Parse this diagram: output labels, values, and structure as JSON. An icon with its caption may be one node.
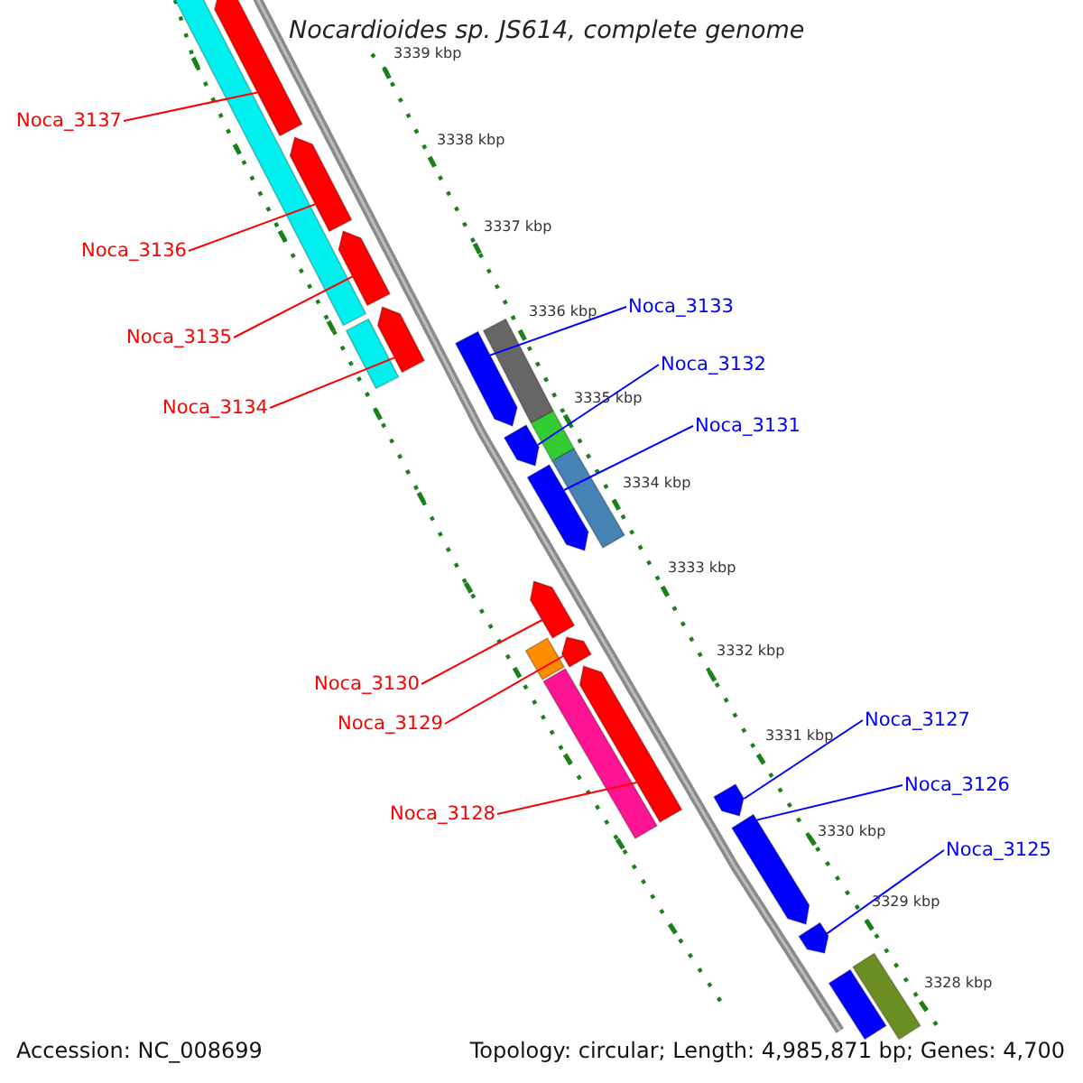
{
  "diagram": {
    "title": "Nocardioides sp. JS614, complete genome",
    "nodes": [
      {
        "text": [
          "Noca_3137"
        ]
      },
      {
        "text": [
          "Noca_3136"
        ]
      },
      {
        "text": [
          "Noca_3133"
        ]
      },
      {
        "text": [
          "Noca_3135"
        ]
      },
      {
        "text": [
          "Noca_3132"
        ]
      },
      {
        "text": [
          "Noca_3134"
        ]
      },
      {
        "text": [
          "Noca_3131"
        ]
      },
      {
        "text": [
          "Noca_3130"
        ]
      },
      {
        "text": [
          "Noca_3129"
        ]
      },
      {
        "text": [
          "Noca_3127"
        ]
      },
      {
        "text": [
          "Noca_3126"
        ]
      },
      {
        "text": [
          "Noca_3128"
        ]
      },
      {
        "text": [
          "Noca_3125"
        ]
      },
      {
        "text": [],
        "shape": "bar"
      },
      {
        "text": [],
        "shape": "bar"
      },
      {
        "text": [],
        "shape": "bar"
      },
      {
        "text": [],
        "shape": "bar"
      },
      {
        "text": [],
        "shape": "bar"
      },
      {
        "text": [],
        "shape": "bar"
      },
      {
        "text": [],
        "shape": "bar"
      },
      {
        "text": [],
        "shape": "bar"
      },
      {
        "text": [],
        "shape": "bar"
      },
      {
        "text": [],
        "shape": "bar"
      },
      {
        "text": [],
        "shape": "bar"
      },
      {
        "text": [],
        "shape": "bar"
      },
      {
        "text": [],
        "shape": "bar"
      },
      {
        "text": [],
        "shape": "bar"
      },
      {
        "text": [],
        "shape": "bar"
      },
      {
        "text": [],
        "shape": "bar"
      },
      {
        "text": [],
        "shape": "bar"
      },
      {
        "text": [],
        "shape": "bar"
      },
      {
        "text": [],
        "shape": "bar"
      },
      {
        "text": [],
        "shape": "bar"
      },
      {
        "text": [],
        "shape": "bar"
      },
      {
        "text": [],
        "shape": "bar"
      }
    ],
    "edges": [
      {
        "from": 0,
        "to": 13,
        "arrow": "none"
      },
      {
        "from": 1,
        "to": 15,
        "arrow": "none"
      },
      {
        "from": 2,
        "to": 20,
        "arrow": "none",
        "color": "#0000ff"
      },
      {
        "from": 3,
        "to": 16,
        "arrow": "none"
      },
      {
        "from": 4,
        "to": 22,
        "arrow": "none",
        "color": "#0000ff"
      },
      {
        "from": 5,
        "to": 17,
        "arrow": "none"
      },
      {
        "from": 6,
        "to": 24,
        "arrow": "none",
        "color": "#0000ff"
      },
      {
        "from": 7,
        "to": 25,
        "arrow": "none"
      },
      {
        "from": 8,
        "to": 26,
        "arrow": "none"
      },
      {
        "from": 9,
        "to": 30,
        "arrow": "none",
        "color": "#0000ff"
      },
      {
        "from": 10,
        "to": 31,
        "arrow": "none",
        "color": "#0000ff"
      },
      {
        "from": 11,
        "to": 28,
        "arrow": "none"
      },
      {
        "from": 12,
        "to": 32,
        "arrow": "none",
        "color": "#0000ff"
      }
    ],
    "labels": [
      "3339 kbp",
      "3338 kbp",
      "3337 kbp",
      "3336 kbp",
      "3335 kbp",
      "3334 kbp",
      "3333 kbp",
      "3332 kbp",
      "3331 kbp",
      "3330 kbp",
      "3329 kbp",
      "3328 kbp",
      "Accession: NC_008699",
      "Topology: circular; Length: 4,985,871 bp; Genes: 4,700"
    ]
  }
}
